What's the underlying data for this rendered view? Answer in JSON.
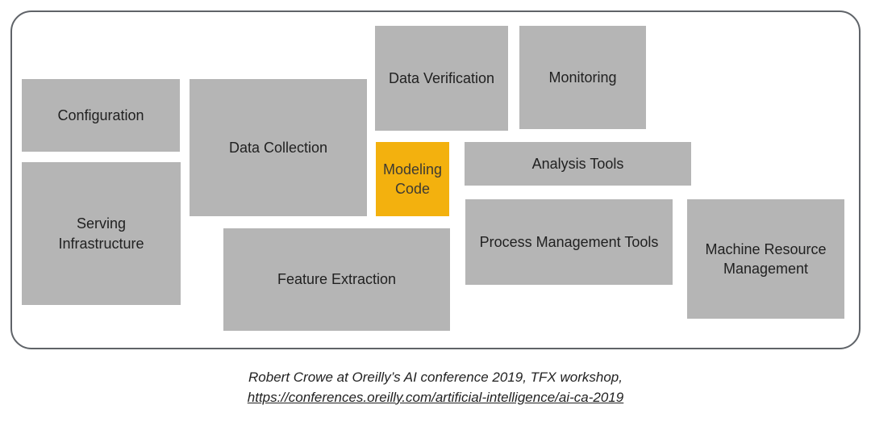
{
  "diagram": {
    "boxes": [
      {
        "id": "configuration",
        "label": "Configuration"
      },
      {
        "id": "serving-infrastructure",
        "label": "Serving\nInfrastructure"
      },
      {
        "id": "data-collection",
        "label": "Data Collection"
      },
      {
        "id": "feature-extraction",
        "label": "Feature Extraction"
      },
      {
        "id": "data-verification",
        "label": "Data Verification"
      },
      {
        "id": "monitoring",
        "label": "Monitoring"
      },
      {
        "id": "modeling-code",
        "label": "Modeling\nCode",
        "highlight": true
      },
      {
        "id": "analysis-tools",
        "label": "Analysis Tools"
      },
      {
        "id": "process-management-tools",
        "label": "Process Management Tools"
      },
      {
        "id": "machine-resource-management",
        "label": "Machine Resource\nManagement"
      }
    ]
  },
  "caption": {
    "line1": "Robert Crowe at Oreilly’s AI conference 2019, TFX workshop,",
    "link_text": "https://conferences.oreilly.com/artificial-intelligence/ai-ca-2019"
  },
  "colors": {
    "box_fill": "#b5b5b5",
    "box_text": "#212121",
    "highlight_fill": "#f3b10e",
    "highlight_text": "#3d3a33",
    "frame_border": "#5f6368",
    "background": "#ffffff",
    "caption_text": "#222222"
  }
}
